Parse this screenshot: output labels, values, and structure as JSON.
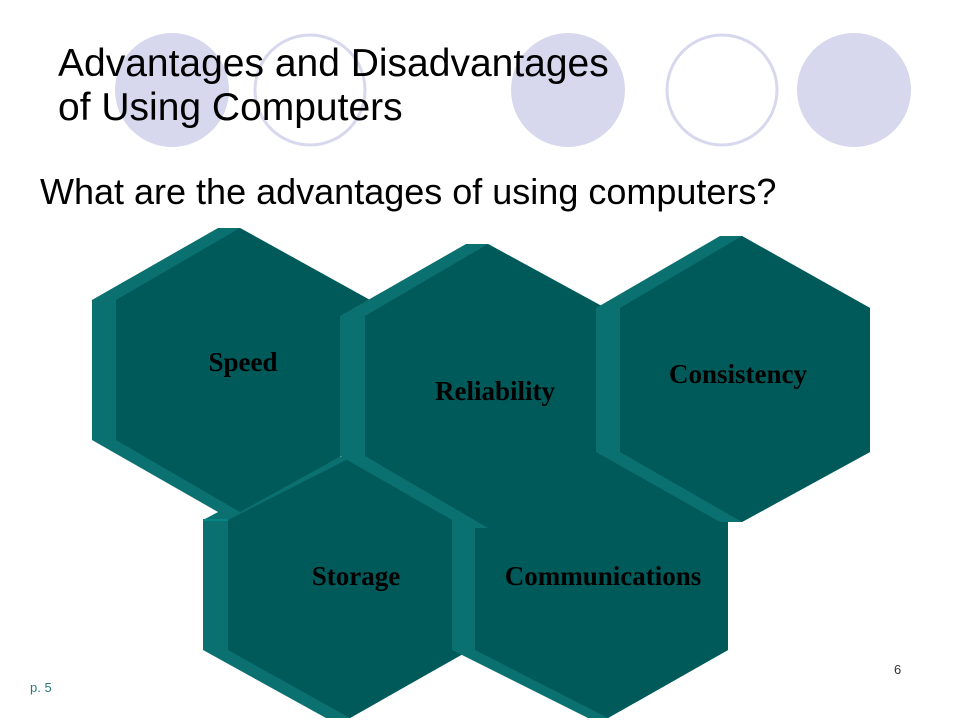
{
  "slide": {
    "title_line1": "Advantages and Disadvantages",
    "title_line2": "of Using Computers",
    "question": "What are the advantages of using computers?",
    "page_ref": "p. 5",
    "slide_number": "6"
  },
  "hexagons": [
    {
      "label": "Speed"
    },
    {
      "label": "Reliability"
    },
    {
      "label": "Consistency"
    },
    {
      "label": "Storage"
    },
    {
      "label": "Communications"
    }
  ],
  "colors": {
    "circle_fill": "#d7d7ee",
    "circle_stroke": "#d7d7ee",
    "hex_face": "#005a5a",
    "hex_side": "#0b7070",
    "hex_edge": "#0a8585"
  }
}
